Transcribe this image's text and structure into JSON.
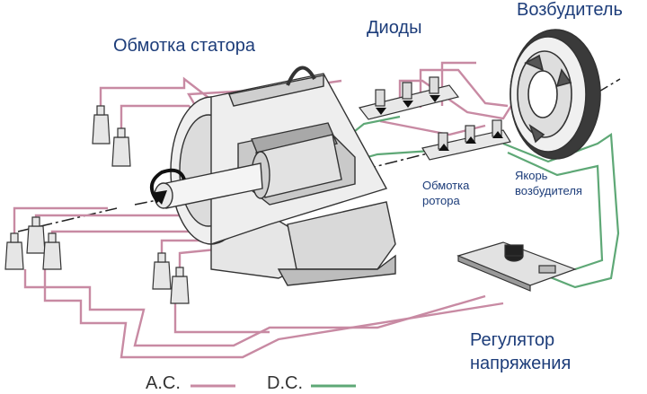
{
  "labels": {
    "stator_winding": "Обмотка статора",
    "diodes": "Диоды",
    "exciter": "Возбудитель",
    "rotor_winding": "Обмотка\nротора",
    "exciter_armature": "Якорь\nвозбудителя",
    "voltage_regulator": "Регулятор\nнапряжения"
  },
  "legend": {
    "ac": "A.C.",
    "dc": "D.C."
  },
  "colors": {
    "ac_wire": "#c88aa3",
    "dc_wire": "#5ea876",
    "label_text": "#1d3d7a"
  }
}
